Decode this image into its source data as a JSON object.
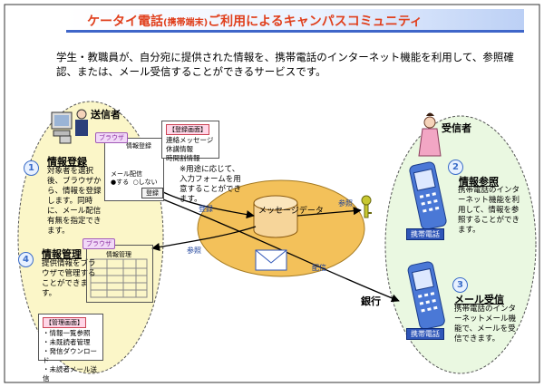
{
  "title": {
    "main": "ケータイ電話",
    "paren": "(携帯端末)",
    "rest": "ご利用によるキャンパスコミュニティ"
  },
  "intro": "学生・教職員が、自分宛に提供された情報を、携帯電話のインターネット機能を利用して、参照確認、または、メール受信することができるサービスです。",
  "sender": {
    "heading": "送信者",
    "step1": {
      "num": "1",
      "title": "情報登録",
      "desc": "対象者を選択後、ブラウザから、情報を登録します。同時に、メール配信有無を指定できます。"
    },
    "step4": {
      "num": "4",
      "title": "情報管理",
      "desc": "提供情報をブラウザで管理することができます。"
    },
    "browser_tab": "ブラウザ",
    "reg_screen": {
      "label": "情報登録",
      "mail_label": "メール配信",
      "opt_yes": "●する",
      "opt_no": "○しない",
      "send_btn": "登録"
    },
    "mgmt_screen": {
      "label": "情報管理"
    },
    "reg_note": {
      "head": "【登録画面】",
      "lines": [
        "連絡メッセージ",
        "休講情報",
        "時間割情報"
      ]
    },
    "mgmt_note": {
      "head": "【管理画面】",
      "lines": [
        "・情報一覧参照",
        "・未既読者管理",
        "・発信ダウンロード",
        "・未読者メール送信"
      ]
    },
    "remark": "※用途に応じて、入力フォームを用意することができます。"
  },
  "center": {
    "db_label": "メッセージデータ"
  },
  "edges": {
    "register": "登録",
    "refer_sender": "参照",
    "deliver": "配信",
    "refer_receiver": "参照",
    "bank": "銀行"
  },
  "receiver": {
    "heading": "受信者",
    "step2": {
      "num": "2",
      "title": "情報参照",
      "desc": "携帯電話のインターネット機能を利用して、情報を参照することができます。"
    },
    "step3": {
      "num": "3",
      "title": "メール受信",
      "desc": "携帯電話のインターネットメール機能で、メールを受信できます。"
    },
    "phone_label": "携帯電話"
  },
  "colors": {
    "title": "#e0401d",
    "accent": "#3f66c9",
    "sender_area": "#fbf6c8",
    "receiver_area": "#eaf8e1",
    "center_area": "#f3c15a"
  }
}
